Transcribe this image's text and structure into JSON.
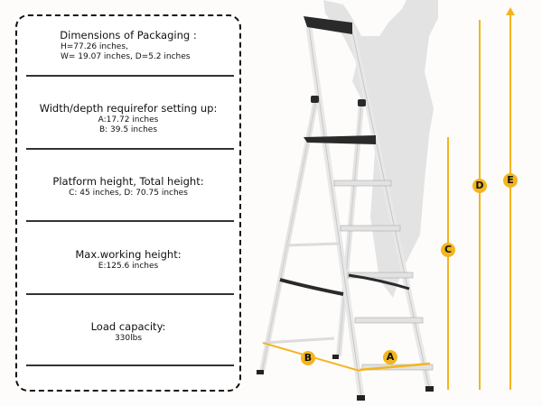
{
  "specs": [
    {
      "title": "Dimensions of Packaging :",
      "values": [
        "H=77.26 inches,",
        "W= 19.07 inches, D=5.2 inches"
      ]
    },
    {
      "title": "Width/depth requirefor setting up:",
      "values": [
        "A:17.72 inches",
        "B: 39.5 inches"
      ]
    },
    {
      "title": "Platform height, Total height:",
      "values": [
        "C: 45 inches, D: 70.75 inches"
      ]
    },
    {
      "title": "Max.working height:",
      "values": [
        "E:125.6 inches"
      ]
    },
    {
      "title": "Load capacity:",
      "values": [
        "330lbs"
      ]
    }
  ],
  "markers": {
    "a": "A",
    "b": "B",
    "c": "C",
    "d": "D",
    "e": "E"
  },
  "colors": {
    "accent": "#f3b51e",
    "ladder": "#dcdcdc",
    "ladder_dark": "#2a2a2a",
    "silhouette": "#d9d9d9"
  }
}
